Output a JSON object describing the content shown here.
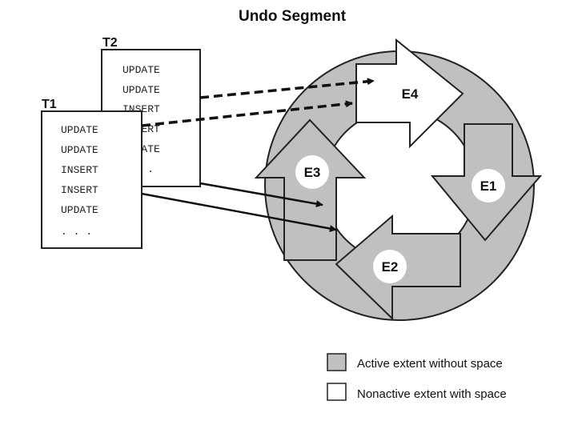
{
  "title": "Undo Segment",
  "transactions": [
    {
      "name": "T2",
      "statements": [
        "UPDATE",
        "UPDATE",
        "INSERT",
        "INSERT",
        "UPDATE",
        ". . ."
      ]
    },
    {
      "name": "T1",
      "statements": [
        "UPDATE",
        "UPDATE",
        "INSERT",
        "INSERT",
        "UPDATE",
        ". . ."
      ]
    }
  ],
  "extents": [
    {
      "label": "E1",
      "state": "active"
    },
    {
      "label": "E2",
      "state": "active"
    },
    {
      "label": "E3",
      "state": "active"
    },
    {
      "label": "E4",
      "state": "nonactive"
    }
  ],
  "legend": [
    {
      "label": "Active extent without space",
      "color": "#c0c0c0"
    },
    {
      "label": "Nonactive extent with space",
      "color": "#ffffff"
    }
  ],
  "colors": {
    "active": "#c0c0c0",
    "nonactive": "#ffffff",
    "stroke": "#222222"
  }
}
